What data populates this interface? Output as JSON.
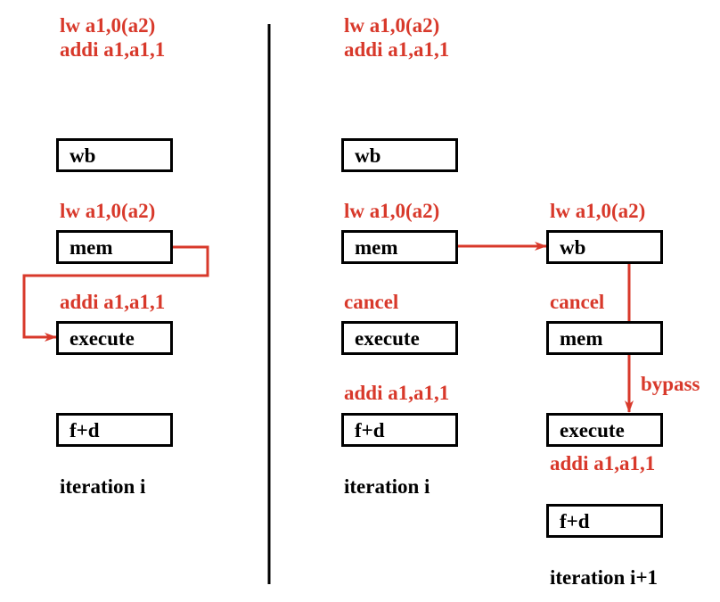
{
  "left": {
    "code": [
      "lw a1,0(a2)",
      "addi a1,a1,1"
    ],
    "label_mem": "lw a1,0(a2)",
    "label_execute": "addi a1,a1,1",
    "stages": {
      "wb": "wb",
      "mem": "mem",
      "execute": "execute",
      "fd": "f+d"
    },
    "caption": "iteration i"
  },
  "right": {
    "code": [
      "lw a1,0(a2)",
      "addi a1,a1,1"
    ],
    "col1": {
      "label_mem": "lw a1,0(a2)",
      "label_execute": "cancel",
      "label_fd": "addi a1,a1,1",
      "stages": {
        "wb": "wb",
        "mem": "mem",
        "execute": "execute",
        "fd": "f+d"
      },
      "caption": "iteration i"
    },
    "col2": {
      "label_wb": "lw a1,0(a2)",
      "label_mem": "cancel",
      "label_below_execute": "addi a1,a1,1",
      "bypass": "bypass",
      "stages": {
        "wb": "wb",
        "mem": "mem",
        "execute": "execute",
        "fd": "f+d"
      },
      "caption": "iteration i+1"
    }
  },
  "colors": {
    "accent": "#d8392b",
    "stroke": "#000000"
  }
}
